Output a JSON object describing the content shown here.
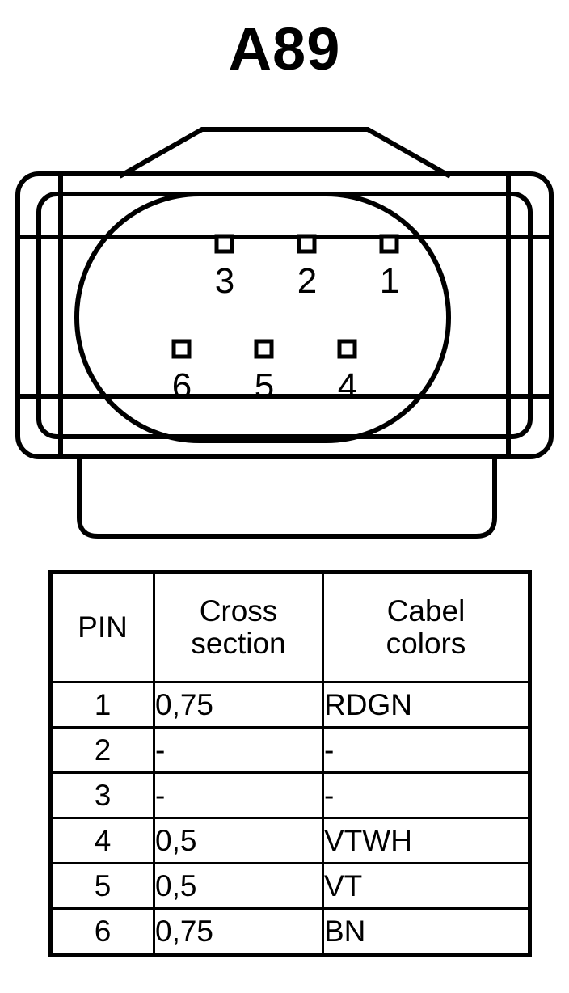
{
  "title": "A89",
  "connector": {
    "name": "6-pin-connector-diagram",
    "pins": [
      {
        "id": "1",
        "label": "1",
        "row": "top",
        "col": 3
      },
      {
        "id": "2",
        "label": "2",
        "row": "top",
        "col": 2
      },
      {
        "id": "3",
        "label": "3",
        "row": "top",
        "col": 1
      },
      {
        "id": "4",
        "label": "4",
        "row": "bottom",
        "col": 3
      },
      {
        "id": "5",
        "label": "5",
        "row": "bottom",
        "col": 2
      },
      {
        "id": "6",
        "label": "6",
        "row": "bottom",
        "col": 1
      }
    ]
  },
  "table": {
    "headers": {
      "pin": "PIN",
      "cross_line1": "Cross",
      "cross_line2": "section",
      "color_line1": "Cabel",
      "color_line2": "colors"
    },
    "rows": [
      {
        "pin": "1",
        "cross_section": "0,75",
        "cable_color": "RDGN"
      },
      {
        "pin": "2",
        "cross_section": "-",
        "cable_color": "-"
      },
      {
        "pin": "3",
        "cross_section": "-",
        "cable_color": "-"
      },
      {
        "pin": "4",
        "cross_section": "0,5",
        "cable_color": "VTWH"
      },
      {
        "pin": "5",
        "cross_section": "0,5",
        "cable_color": "VT"
      },
      {
        "pin": "6",
        "cross_section": "0,75",
        "cable_color": "BN"
      }
    ]
  },
  "colors": {
    "stroke": "#000000",
    "background": "#ffffff"
  }
}
